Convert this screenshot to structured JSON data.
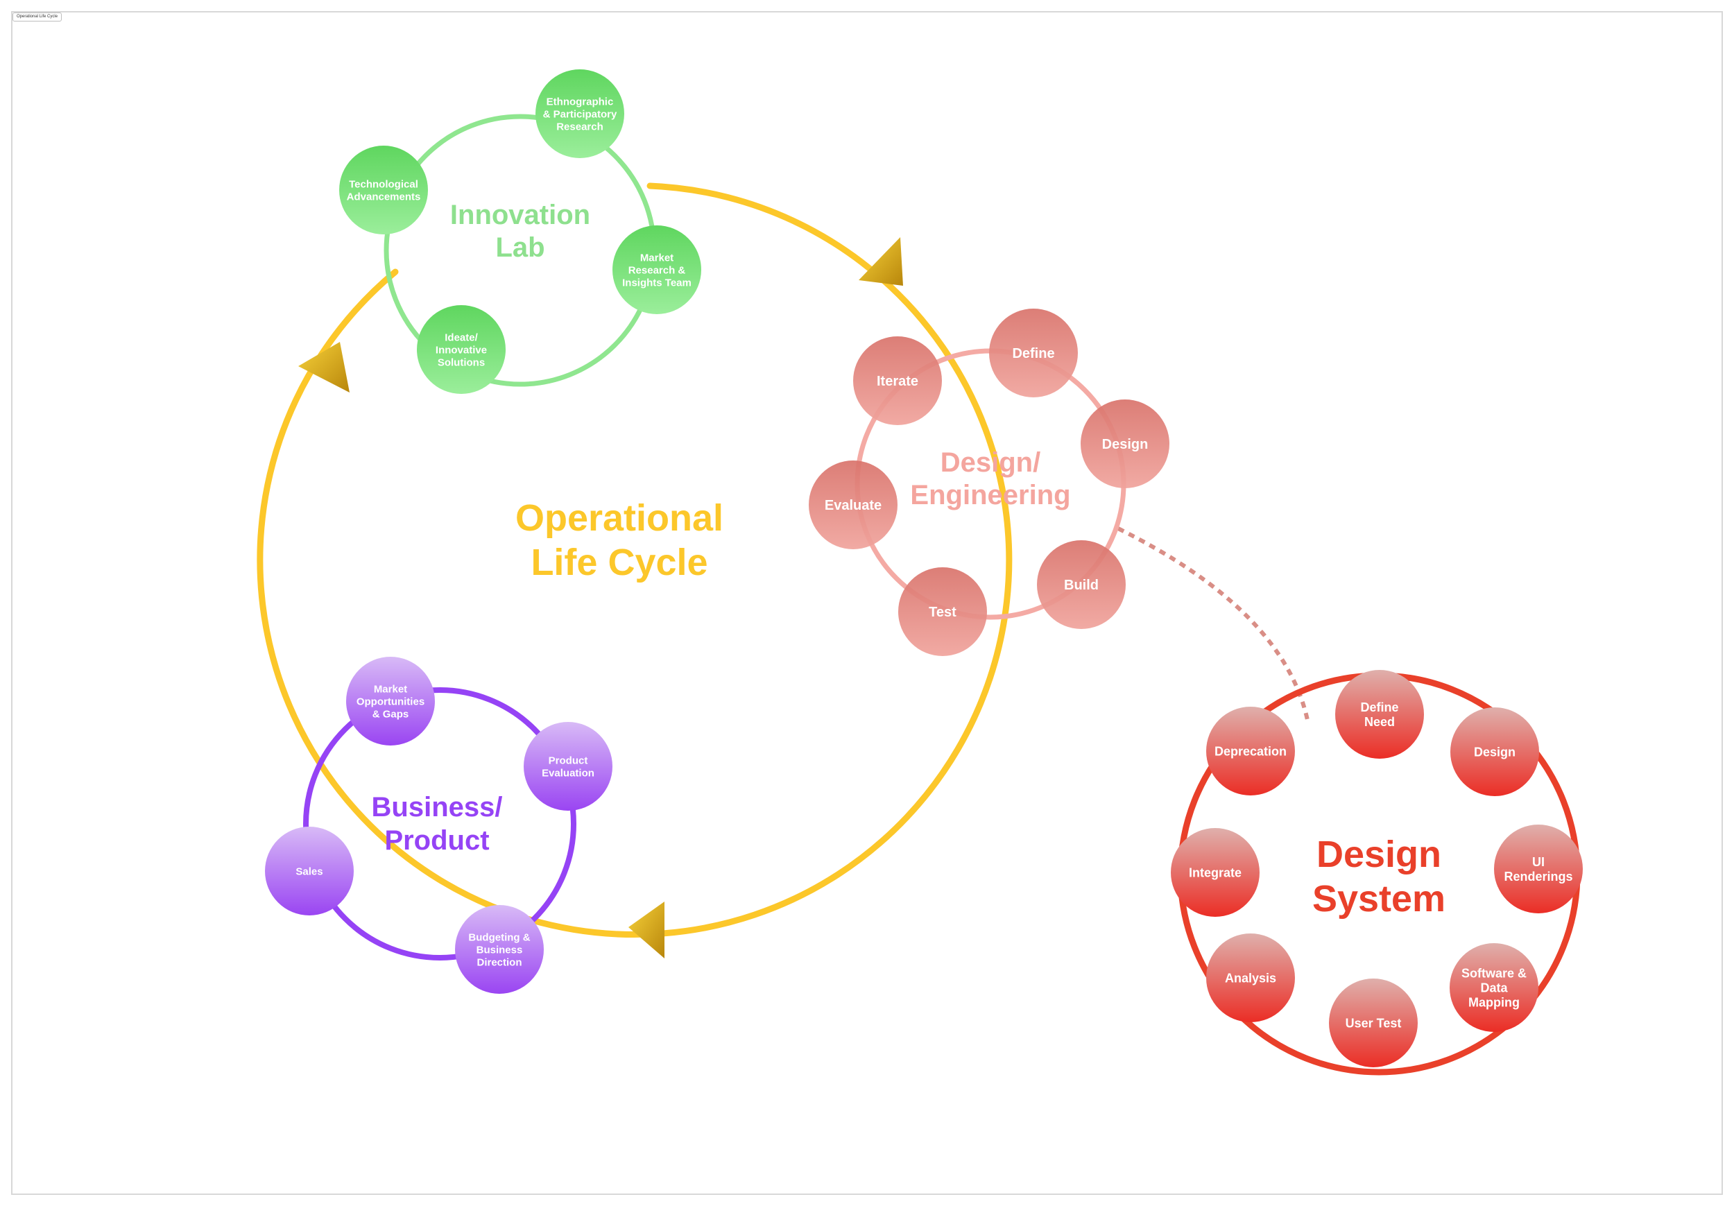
{
  "frame_label": "Operational Life Cycle",
  "main_title": [
    "Operational",
    "Life Cycle"
  ],
  "colors": {
    "main_ring": "#fcc72a",
    "innovation": "#8fe68f",
    "innovation_text": "#8ee08e",
    "design_eng": "#f4aaa4",
    "design_eng_text": "#f4a59e",
    "business": "#9543f5",
    "design_system": "#e9402a",
    "connector": "#d98e86"
  },
  "groups": {
    "innovation_lab": {
      "title": [
        "Innovation",
        "Lab"
      ],
      "nodes": [
        [
          "Ethnographic",
          "& Participatory",
          "Research"
        ],
        [
          "Technological",
          "Advancements"
        ],
        [
          "Market",
          "Research &",
          "Insights Team"
        ],
        [
          "Ideate/",
          "Innovative",
          "Solutions"
        ]
      ]
    },
    "design_engineering": {
      "title": [
        "Design/",
        "Engineering"
      ],
      "nodes": [
        [
          "Define"
        ],
        [
          "Iterate"
        ],
        [
          "Design"
        ],
        [
          "Evaluate"
        ],
        [
          "Build"
        ],
        [
          "Test"
        ]
      ]
    },
    "business_product": {
      "title": [
        "Business/",
        "Product"
      ],
      "nodes": [
        [
          "Market",
          "Opportunities",
          "& Gaps"
        ],
        [
          "Product",
          "Evaluation"
        ],
        [
          "Sales"
        ],
        [
          "Budgeting &",
          "Business",
          "Direction"
        ]
      ]
    },
    "design_system": {
      "title": [
        "Design",
        "System"
      ],
      "nodes": [
        [
          "Define",
          "Need"
        ],
        [
          "Deprecation"
        ],
        [
          "Design"
        ],
        [
          "Integrate"
        ],
        [
          "UI",
          "Renderings"
        ],
        [
          "Analysis"
        ],
        [
          "Software &",
          "Data",
          "Mapping"
        ],
        [
          "User Test"
        ]
      ]
    }
  }
}
